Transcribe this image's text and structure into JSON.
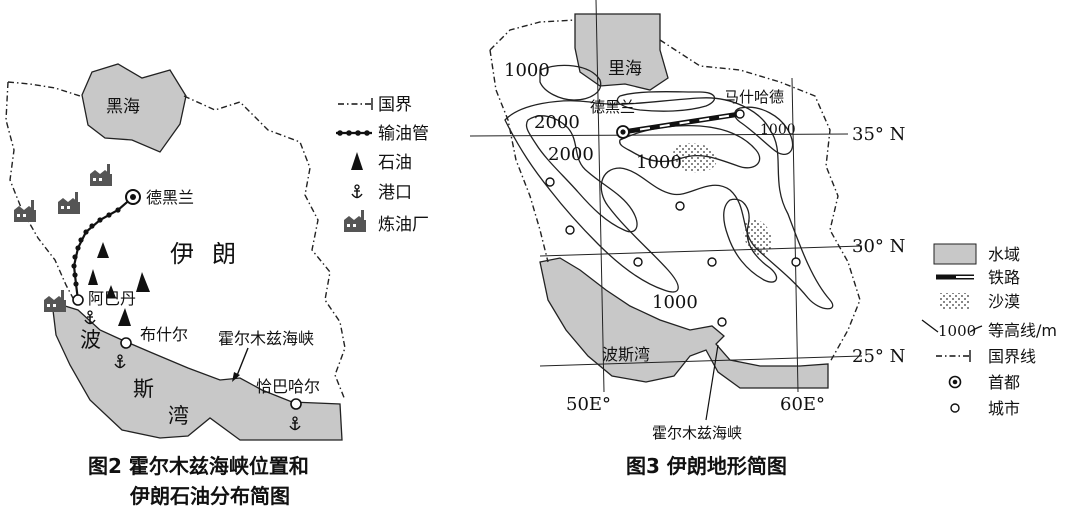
{
  "map2": {
    "black_sea": "黑海",
    "country": [
      "伊",
      "朗"
    ],
    "gulf": [
      "波",
      "斯",
      "湾"
    ],
    "cities": {
      "tehran": "德黑兰",
      "abadan": "阿巴丹",
      "bushehr": "布什尔",
      "chabahar": "恰巴哈尔"
    },
    "strait": "霍尔木兹海峡",
    "legend": [
      {
        "symbol": "border-icon",
        "label": "国界"
      },
      {
        "symbol": "pipeline-icon",
        "label": "输油管"
      },
      {
        "symbol": "oil-icon",
        "label": "石油"
      },
      {
        "symbol": "port-icon",
        "label": "港口"
      },
      {
        "symbol": "refinery-icon",
        "label": "炼油厂"
      }
    ],
    "caption_line1": "图2 霍尔木兹海峡位置和",
    "caption_line2": "伊朗石油分布简图"
  },
  "map3": {
    "caspian": "里海",
    "tehran": "德黑兰",
    "mashhad": "马什哈德",
    "gulf": "波斯湾",
    "strait": "霍尔木兹海峡",
    "contours": [
      "1000",
      "2000",
      "2000",
      "1000",
      "1000",
      "1000"
    ],
    "latitudes": [
      "35° N",
      "30° N",
      "25° N"
    ],
    "longitudes": [
      "50E°",
      "60E°"
    ],
    "legend": [
      {
        "symbol": "water-icon",
        "label": "水域"
      },
      {
        "symbol": "railway-icon",
        "label": "铁路"
      },
      {
        "symbol": "desert-icon",
        "label": "沙漠"
      },
      {
        "symbol": "contour-icon",
        "label": "等高线/m",
        "value": "1000"
      },
      {
        "symbol": "border-icon",
        "label": "国界线"
      },
      {
        "symbol": "capital-icon",
        "label": "首都"
      },
      {
        "symbol": "city-icon",
        "label": "城市"
      }
    ],
    "caption": "图3 伊朗地形简图"
  }
}
